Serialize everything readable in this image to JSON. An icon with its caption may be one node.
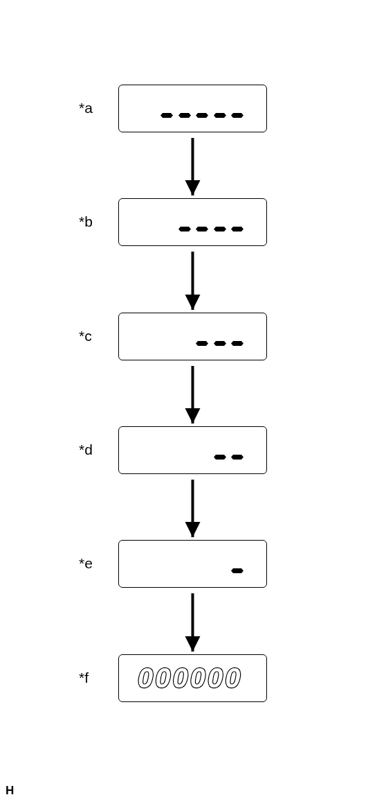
{
  "diagram": {
    "nodes": [
      {
        "text": [],
        "shape": "box",
        "beside": [
          "*a"
        ]
      },
      {
        "text": [],
        "shape": "box",
        "beside": [
          "*b"
        ]
      },
      {
        "text": [],
        "shape": "box",
        "beside": [
          "*c"
        ]
      },
      {
        "text": [],
        "shape": "box",
        "beside": [
          "*d"
        ]
      },
      {
        "text": [],
        "shape": "box",
        "beside": [
          "*e"
        ]
      },
      {
        "text": [
          "000000"
        ],
        "beside": [
          "*f"
        ]
      }
    ],
    "edges": [
      {
        "from": 0,
        "to": 1,
        "arrow": "to"
      },
      {
        "from": 1,
        "to": 2,
        "arrow": "to"
      },
      {
        "from": 2,
        "to": 3,
        "arrow": "to"
      },
      {
        "from": 3,
        "to": 4,
        "arrow": "to"
      },
      {
        "from": 4,
        "to": 5,
        "arrow": "to"
      }
    ],
    "labels": [
      "H"
    ]
  }
}
